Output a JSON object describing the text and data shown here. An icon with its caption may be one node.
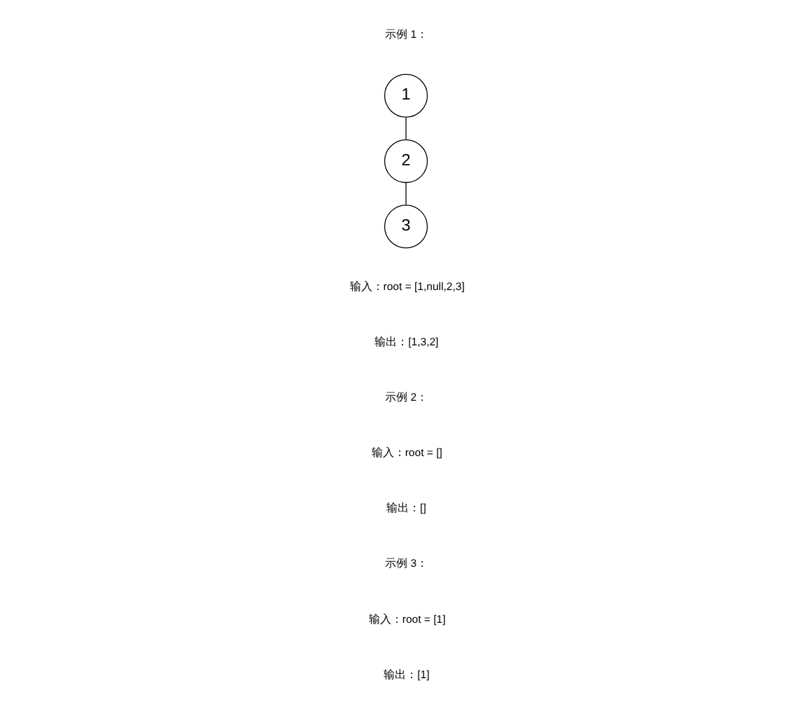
{
  "diagram": {
    "nodes": [
      {
        "text": [
          "1"
        ]
      },
      {
        "text": [
          "2"
        ]
      },
      {
        "text": [
          "3"
        ]
      }
    ],
    "edges": [
      {
        "from": 0,
        "to": 1,
        "arrow": "none"
      },
      {
        "from": 1,
        "to": 2,
        "arrow": "none"
      }
    ],
    "labels": [
      "示例 1：",
      "输入：root = [1,null,2,3]",
      "输出：[1,3,2]",
      "示例 2：",
      "输入：root = []",
      "输出：[]",
      "示例 3：",
      "输入：root = [1]",
      "输出：[1]"
    ]
  }
}
